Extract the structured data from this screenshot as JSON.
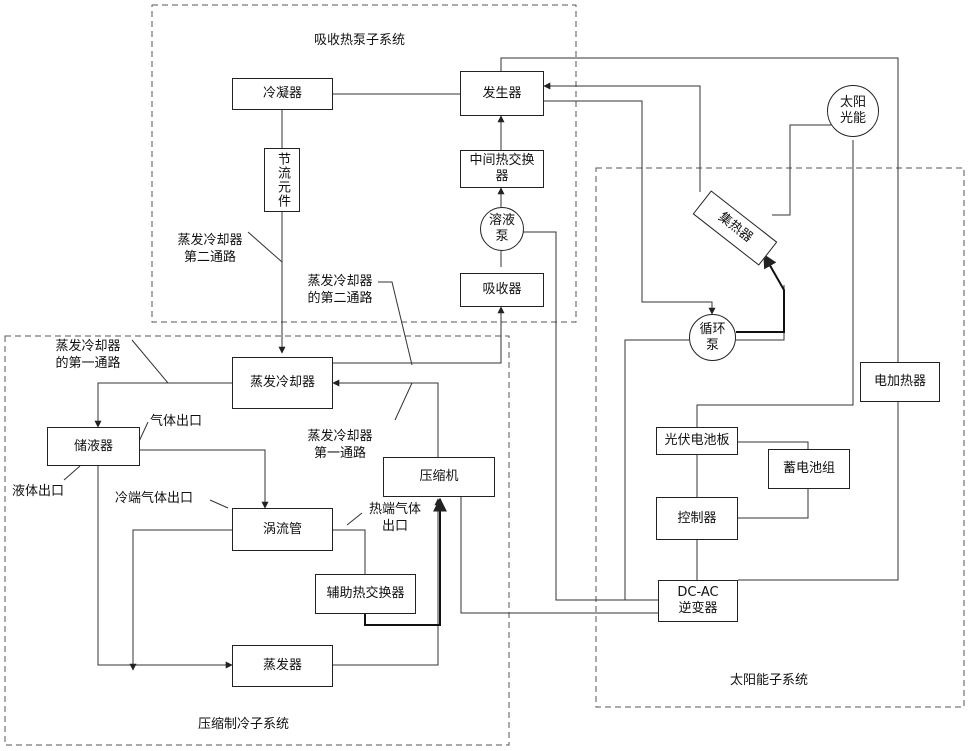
{
  "subsystems": {
    "absorption": "吸收热泵子系统",
    "compression": "压缩制冷子系统",
    "solar": "太阳能子系统"
  },
  "components": {
    "condenser": "冷凝器",
    "generator": "发生器",
    "intermediate_hx": "中间热交换器",
    "solution_pump": "溶液泵",
    "absorber": "吸收器",
    "throttle": "节流元件",
    "solar_energy": "太阳光能",
    "collector": "集热器",
    "circulation_pump": "循环泵",
    "electric_heater": "电加热器",
    "pv_panel": "光伏电池板",
    "battery": "蓄电池组",
    "controller": "控制器",
    "inverter_line1": "DC-AC",
    "inverter_line2": "逆变器",
    "evap_cooler": "蒸发冷却器",
    "liquid_receiver": "储液器",
    "vortex_tube": "涡流管",
    "compressor": "压缩机",
    "aux_hx": "辅助热交换器",
    "evaporator": "蒸发器"
  },
  "labels": {
    "evap_second_path_a_1": "蒸发冷却器",
    "evap_second_path_a_2": "第二通路",
    "evap_second_path_b_1": "蒸发冷却器",
    "evap_second_path_b_2": "的第二通路",
    "evap_first_path_a_1": "蒸发冷却器",
    "evap_first_path_a_2": "的第一通路",
    "evap_first_path_b_1": "蒸发冷却器",
    "evap_first_path_b_2": "第一通路",
    "gas_outlet": "气体出口",
    "liquid_outlet": "液体出口",
    "cold_gas_outlet": "冷端气体出口",
    "hot_gas_outlet_1": "热端气体",
    "hot_gas_outlet_2": "出口"
  }
}
